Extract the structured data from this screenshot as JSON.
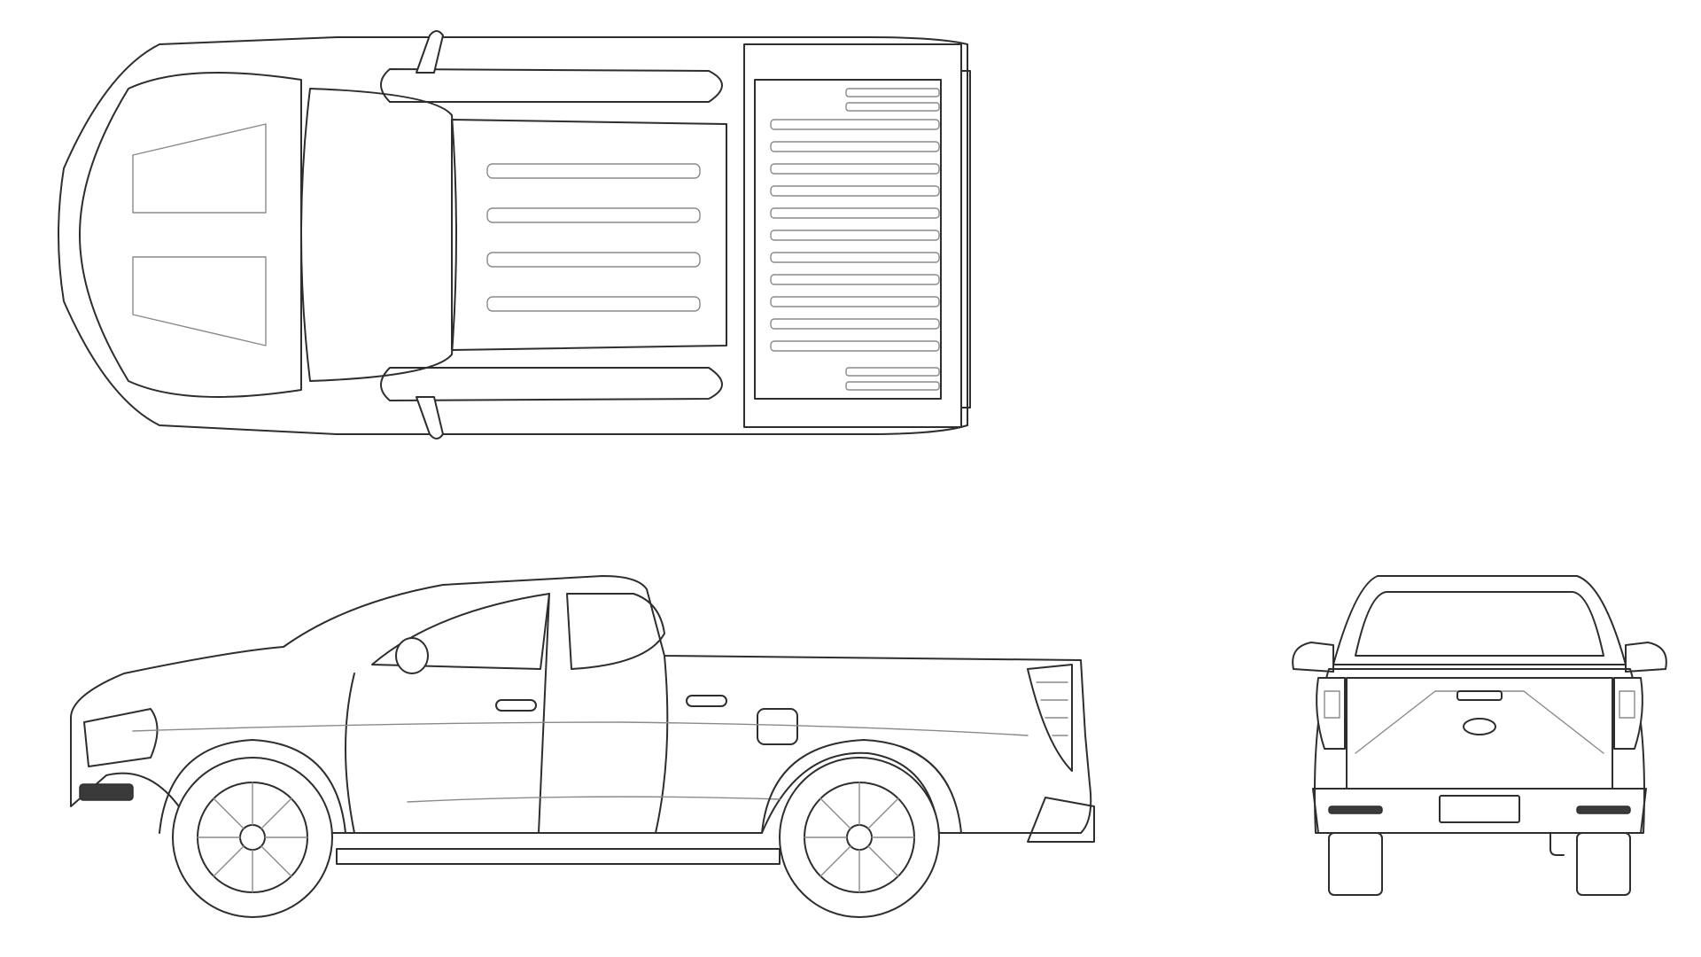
{
  "views": [
    {
      "id": "top",
      "label": ""
    },
    {
      "id": "side",
      "label": ""
    },
    {
      "id": "rear",
      "label": ""
    }
  ],
  "colors": {
    "line": "#2e2e2e",
    "thin_line": "#8a8a8a",
    "background": "#ffffff"
  }
}
